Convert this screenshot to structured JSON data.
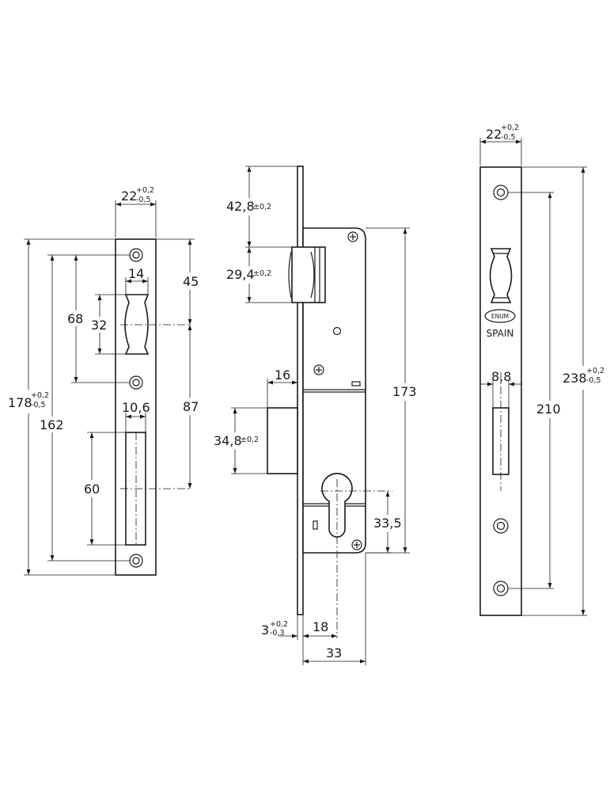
{
  "left_strike_plate": {
    "width": {
      "value": "22",
      "tol_plus": "+0,2",
      "tol_minus": "-0,5"
    },
    "height": {
      "value": "178",
      "tol_plus": "+0,2",
      "tol_minus": "-0,5"
    },
    "hole_spacing": "162",
    "latch_window_width": "14",
    "latch_window_height": "32",
    "latch_to_hole": "68",
    "top_to_latch_center": "45",
    "latch_center_to_bolt_center": "87",
    "bolt_window_width": "10,6",
    "bolt_window_height": "60"
  },
  "lock_body": {
    "latch_top_offset": {
      "value": "42,8",
      "tol": "±0,2"
    },
    "latch_height": {
      "value": "29,4",
      "tol": "±0,2"
    },
    "bolt_projection": "16",
    "bolt_height": {
      "value": "34,8",
      "tol": "±0,2"
    },
    "case_height": "173",
    "cylinder_offset": "33,5",
    "faceplate_thickness": {
      "value": "3",
      "tol_plus": "+0,2",
      "tol_minus": "-0,3"
    },
    "backset": "18",
    "case_depth": "33"
  },
  "right_faceplate": {
    "width": {
      "value": "22",
      "tol_plus": "+0,2",
      "tol_minus": "-0,5"
    },
    "height": {
      "value": "238",
      "tol_plus": "+0,2",
      "tol_minus": "-0,5"
    },
    "hole_spacing": "210",
    "bolt_window_width": "8,8",
    "brand_text": "ENUM",
    "origin_text": "SPAIN"
  }
}
